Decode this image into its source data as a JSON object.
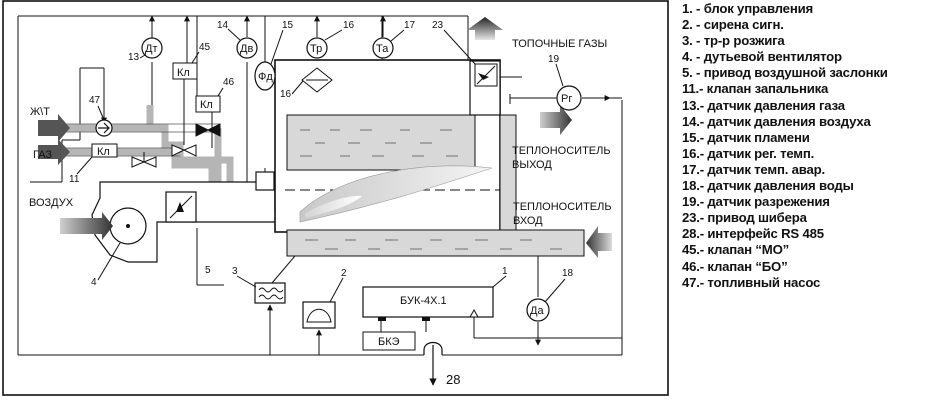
{
  "labels": {
    "fuel": "Ж\\Т",
    "gas": "ГАЗ",
    "air": "ВОЗДУХ",
    "flue_gases": "ТОПОЧНЫЕ ГАЗЫ",
    "coolant_out_1": "ТЕПЛОНОСИТЕЛЬ",
    "coolant_out_2": "ВЫХОД",
    "coolant_in_1": "ТЕПЛОНОСИТЕЛЬ",
    "coolant_in_2": "ВХОД",
    "control_unit": "БУК-4Х.1",
    "bke": "БКЭ"
  },
  "sensors": {
    "gas_pressure": "Дт",
    "air_pressure": "Дв",
    "flame": "Фд",
    "temp_reg": "Тр",
    "temp_alarm": "Та",
    "vacuum": "Рг",
    "water_pressure": "Да"
  },
  "valves": {
    "kl_45": "Кл",
    "kl_46": "Кл",
    "kl_gas": "Кл"
  },
  "numbers": {
    "n1": "1",
    "n2": "2",
    "n3": "3",
    "n4": "4",
    "n5": "5",
    "n11": "11",
    "n13": "13",
    "n14": "14",
    "n15": "15",
    "n16a": "16",
    "n16b": "16",
    "n17": "17",
    "n18": "18",
    "n19": "19",
    "n23": "23",
    "n28": "28",
    "n45": "45",
    "n46": "46",
    "n47": "47"
  },
  "legend": [
    "1. - блок управления",
    "2. - сирена сигн.",
    "3. - тр-р розжига",
    "4. - дутьевой вентилятор",
    "5. - привод воздушной заслонки",
    "11.- клапан запальника",
    "13.- датчик давления газа",
    "14.- датчик давления воздуха",
    "15.- датчик пламени",
    "16.- датчик рег. темп.",
    "17.- датчик темп.  авар.",
    "18.- датчик давления воды",
    "19.- датчик разрежения",
    "23.- привод шибера",
    "28.- интерфейс RS 485",
    "45.- клапан “МО”",
    "46.- клапан “БО”",
    "47.- топливный насос"
  ]
}
